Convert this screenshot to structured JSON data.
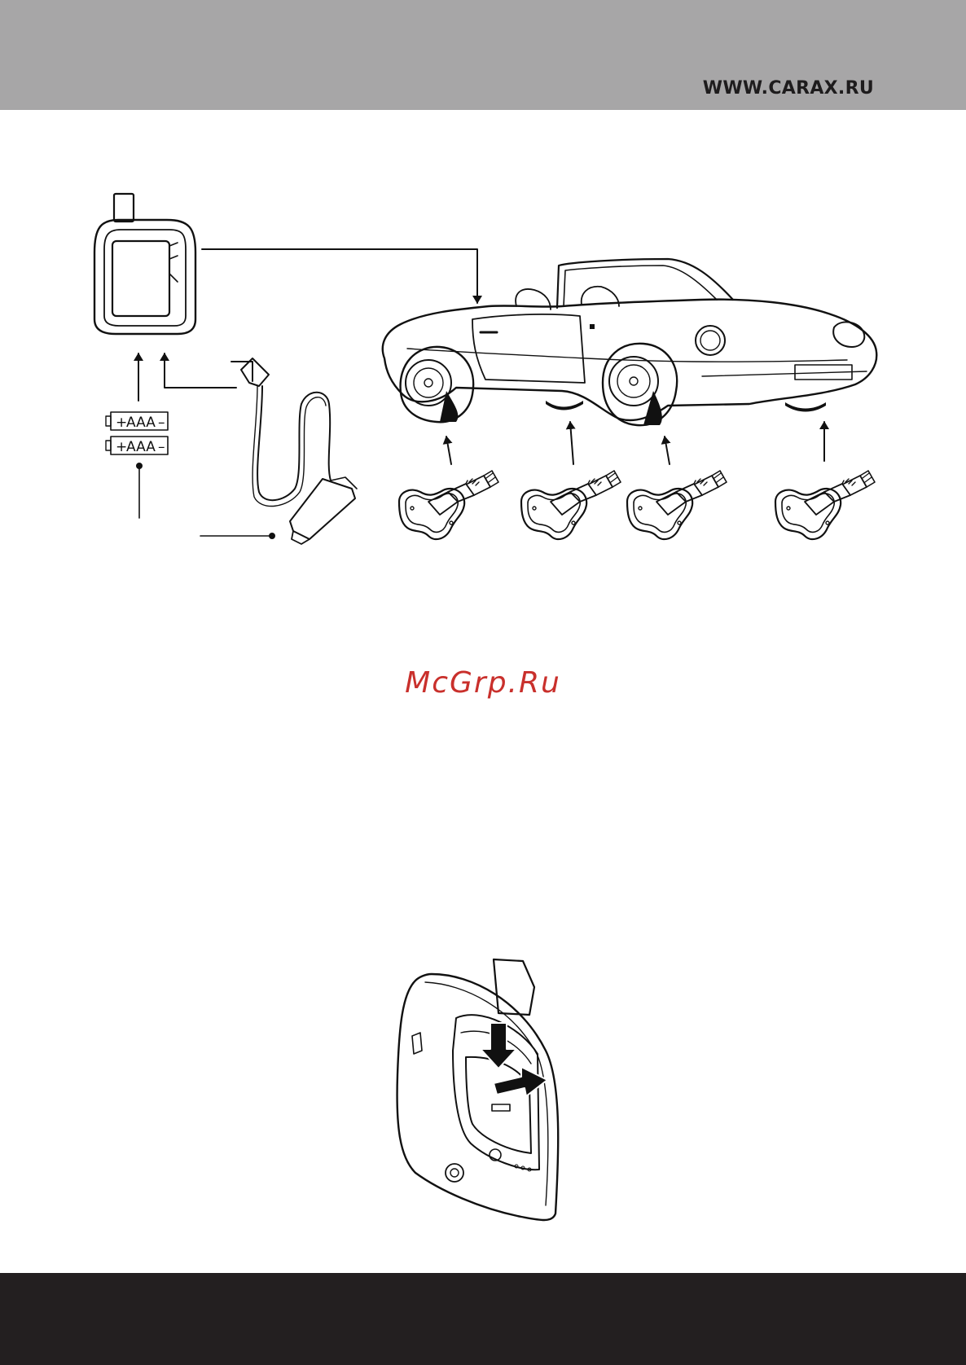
{
  "header": {
    "url": "WWW.CARAX.RU",
    "bg_color": "#a7a6a7"
  },
  "diagram": {
    "battery_1": {
      "plus": "+",
      "label": "AAA",
      "minus": "–"
    },
    "battery_2": {
      "plus": "+",
      "label": "AAA",
      "minus": "–"
    },
    "sensor_count": 4
  },
  "watermark": {
    "text": "McGrp.Ru",
    "color": "#c9302c"
  },
  "footer": {
    "bg_color": "#231f20"
  }
}
